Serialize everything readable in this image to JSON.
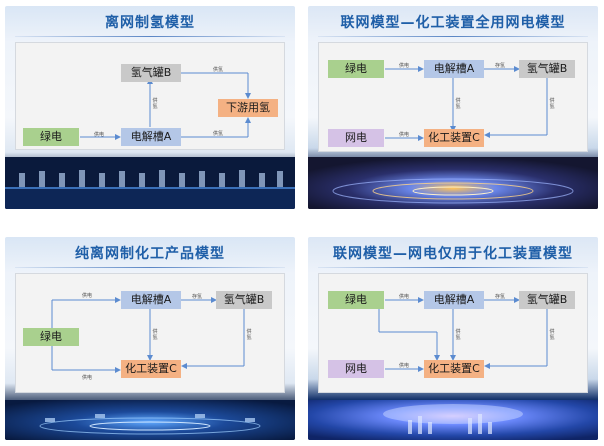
{
  "panels": [
    {
      "title": "离网制氢模型",
      "nodes": {
        "green_power": "绿电",
        "electrolyzer": "电解槽A",
        "h2_tank": "氢气罐B",
        "downstream": "下游用氢"
      },
      "labels": {
        "supply": "供电",
        "supply_h2": "供氢"
      }
    },
    {
      "title": "联网模型—化工装置全用网电模型",
      "nodes": {
        "green_power": "绿电",
        "electrolyzer": "电解槽A",
        "h2_tank": "氢气罐B",
        "grid_power": "网电",
        "chem_unit": "化工装置C"
      },
      "labels": {
        "supply": "供电",
        "store": "存氢",
        "supply_h2": "供氢"
      }
    },
    {
      "title": "纯离网制化工产品模型",
      "nodes": {
        "green_power": "绿电",
        "electrolyzer": "电解槽A",
        "h2_tank": "氢气罐B",
        "chem_unit": "化工装置C"
      },
      "labels": {
        "supply": "供电",
        "store": "存氢",
        "supply_h2": "供氢"
      }
    },
    {
      "title": "联网模型—网电仅用于化工装置模型",
      "nodes": {
        "green_power": "绿电",
        "electrolyzer": "电解槽A",
        "h2_tank": "氢气罐B",
        "grid_power": "网电",
        "chem_unit": "化工装置C"
      },
      "labels": {
        "supply": "供电",
        "store": "存氢",
        "supply_h2": "供氢"
      }
    }
  ],
  "colors": {
    "title": "#1f5fa8",
    "green": "#a9d08e",
    "blue": "#b4c7e7",
    "gray": "#c9c9c9",
    "orange": "#f4b183",
    "purple": "#d5c2e6",
    "arrow": "#5b8bd0"
  }
}
